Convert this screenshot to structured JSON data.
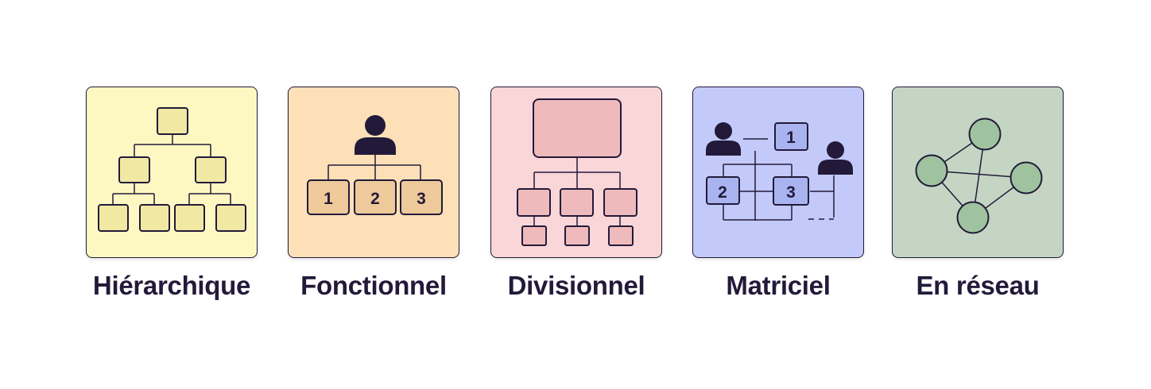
{
  "cards": [
    {
      "label": "Hiérarchique",
      "icon": "hierarchy-tree-icon",
      "bg": "#fdf8c2",
      "box": "#f1e8a4"
    },
    {
      "label": "Fonctionnel",
      "icon": "functional-org-icon",
      "bg": "#fde0b8",
      "box": "#eec99a",
      "numbers": [
        "1",
        "2",
        "3"
      ]
    },
    {
      "label": "Divisionnel",
      "icon": "divisional-org-icon",
      "bg": "#fbd6d8",
      "box": "#eebabc"
    },
    {
      "label": "Matriciel",
      "icon": "matrix-org-icon",
      "bg": "#c3caf9",
      "box": "#a9b3f0",
      "numbers": [
        "1",
        "2",
        "3"
      ]
    },
    {
      "label": "En réseau",
      "icon": "network-org-icon",
      "bg": "#c4d6c3",
      "box": "#9fc29f"
    }
  ],
  "colors": {
    "ink": "#231a3a"
  }
}
